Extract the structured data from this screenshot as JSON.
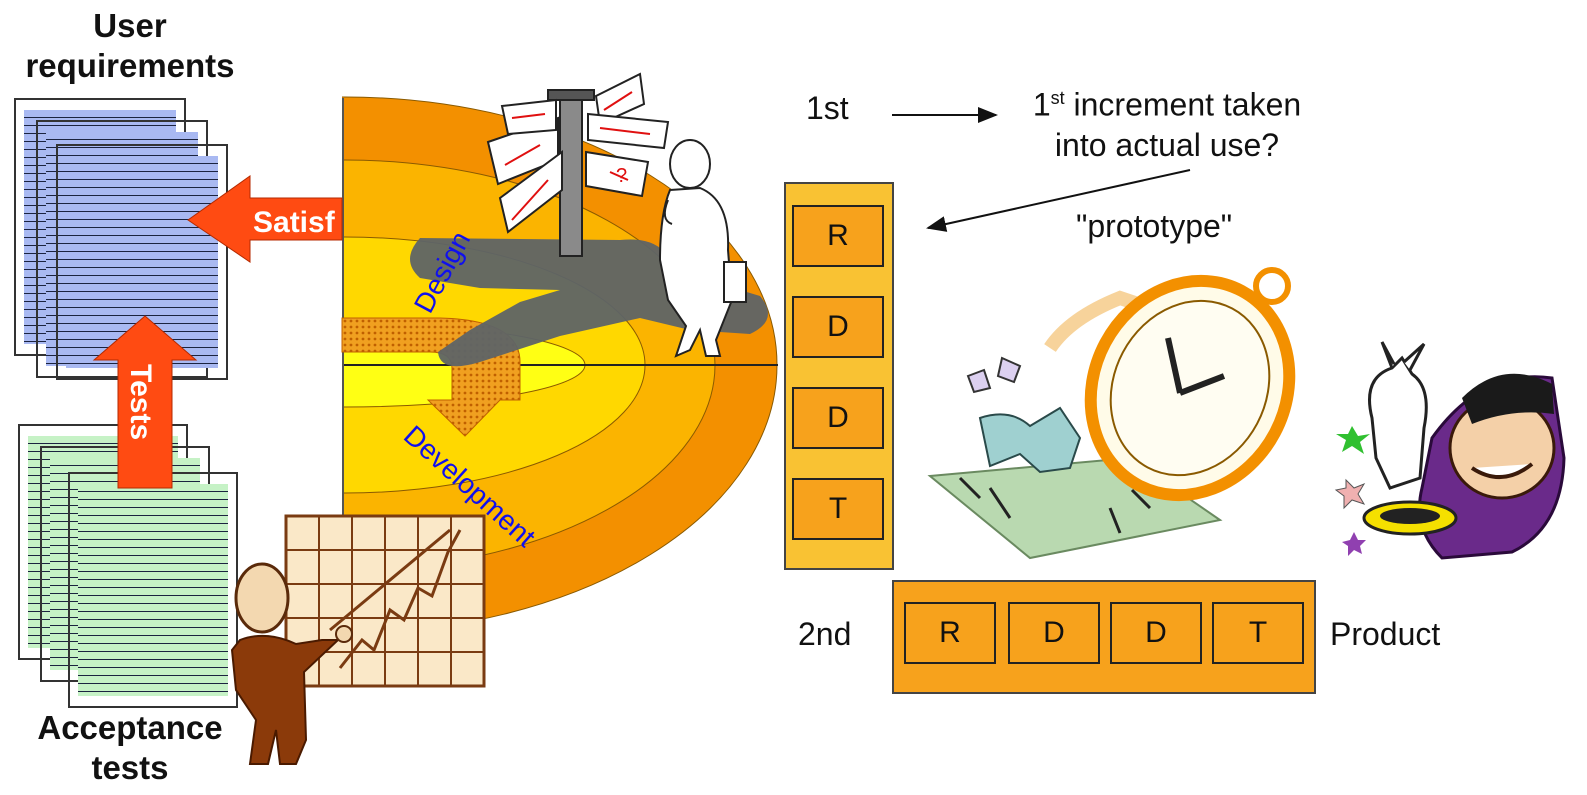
{
  "left": {
    "user_requirements": [
      "User",
      "requirements"
    ],
    "acceptance_tests": [
      "Acceptance",
      "tests"
    ],
    "satisfy_label": "Satisf",
    "tests_label": "Tests"
  },
  "spiral": {
    "design_label": "Design",
    "development_label": "Development"
  },
  "increment": {
    "first_label": "1st",
    "question_sup": "st",
    "question_prefix": "1",
    "question_line1": " increment taken",
    "question_line2": "into actual use?",
    "prototype_label": "\"prototype\"",
    "first_phases": [
      "R",
      "D",
      "D",
      "T"
    ],
    "second_label": "2nd",
    "second_phases": [
      "R",
      "D",
      "D",
      "T"
    ],
    "product_label": "Product"
  },
  "colors": {
    "arrow_red": "#ff4b12",
    "ring_outer": "#f39000",
    "ring_mid": "#fbb400",
    "ring_inner": "#ffd800",
    "core": "#ffff14",
    "shadow": "#5e6466"
  },
  "icons": [
    "signpost-thinker-icon",
    "presenter-chart-icon",
    "flying-stopwatch-icon",
    "magician-rabbit-icon"
  ]
}
